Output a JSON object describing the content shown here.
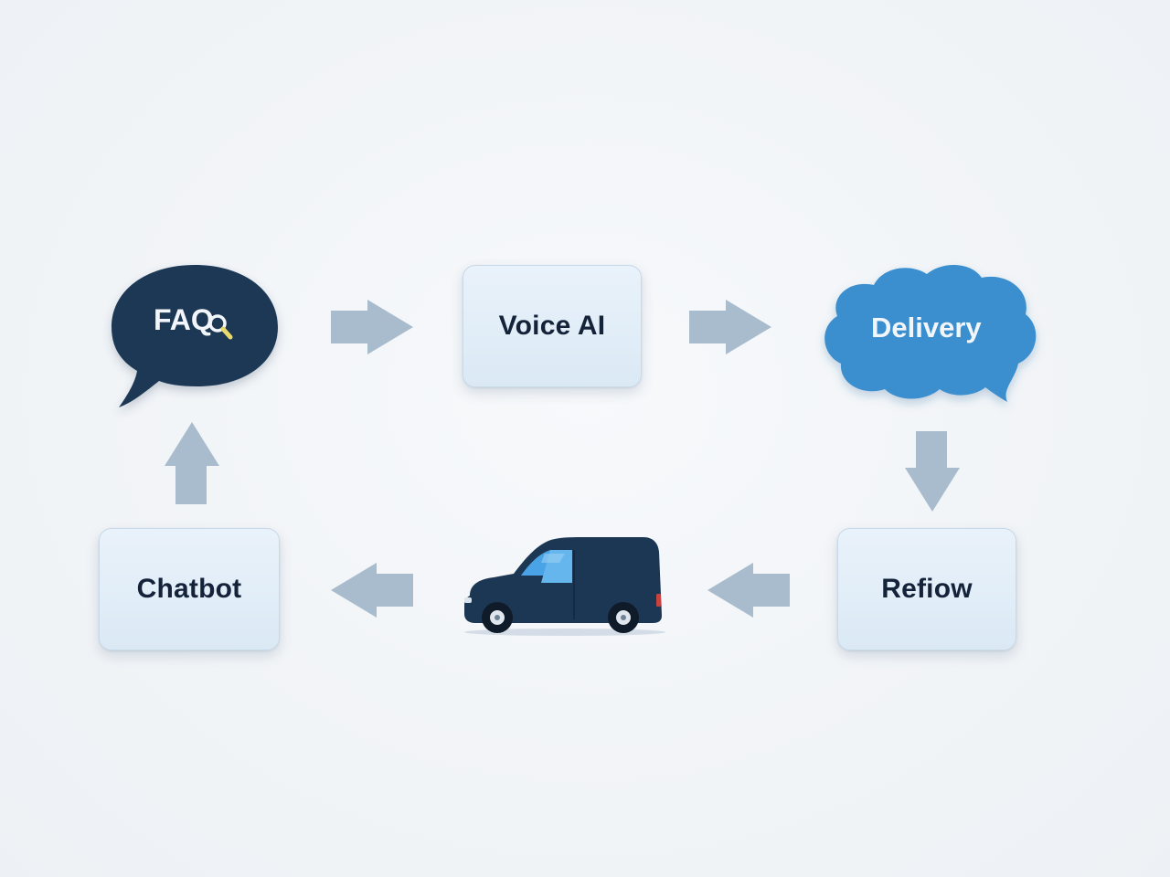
{
  "diagram": {
    "nodes": [
      {
        "id": "faq",
        "label": "FAQ",
        "shape": "speech-bubble",
        "icon": "magnifier-icon",
        "fill": "#1c3754"
      },
      {
        "id": "voice_ai",
        "label": "Voice AI",
        "shape": "rounded-box",
        "fill": "#e3eef8"
      },
      {
        "id": "delivery",
        "label": "Delivery",
        "shape": "cloud-bubble",
        "fill": "#3a8fcf"
      },
      {
        "id": "refiow",
        "label": "Refiow",
        "shape": "rounded-box",
        "fill": "#e3eef8"
      },
      {
        "id": "van",
        "label": "",
        "shape": "image",
        "icon": "delivery-van-icon",
        "fill": "#1c3754"
      },
      {
        "id": "chatbot",
        "label": "Chatbot",
        "shape": "rounded-box",
        "fill": "#e3eef8"
      }
    ],
    "edges": [
      {
        "from": "faq",
        "to": "voice_ai"
      },
      {
        "from": "voice_ai",
        "to": "delivery"
      },
      {
        "from": "delivery",
        "to": "refiow"
      },
      {
        "from": "refiow",
        "to": "van"
      },
      {
        "from": "van",
        "to": "chatbot"
      },
      {
        "from": "chatbot",
        "to": "faq"
      }
    ],
    "colors": {
      "arrow": "#a9bccd",
      "dark_navy": "#1c3754",
      "accent_blue": "#3a8fcf",
      "box_text": "#14233a",
      "magnifier": "#e8d96a"
    }
  }
}
